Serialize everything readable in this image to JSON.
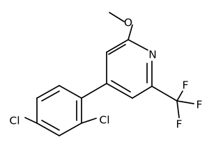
{
  "molecule": {
    "atoms": {
      "o_methoxy": "O",
      "n_ring": "N",
      "f_top": "F",
      "f_right": "F",
      "f_bottom": "F",
      "cl_left": "Cl",
      "cl_right": "Cl"
    }
  }
}
